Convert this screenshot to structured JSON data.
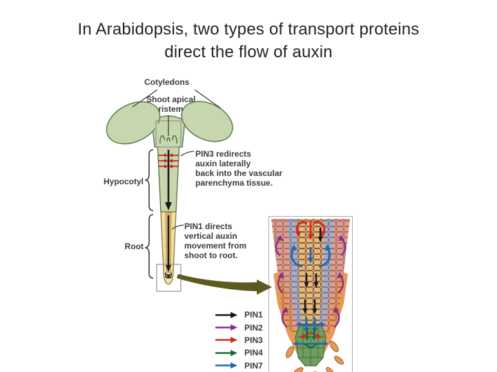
{
  "slide": {
    "title_line1": "In Arabidopsis, two types of transport proteins",
    "title_line2": "direct the flow of auxin"
  },
  "diagram": {
    "labels": {
      "cotyledons": "Cotyledons",
      "shoot_apical_line1": "Shoot apical",
      "shoot_apical_line2": "meristem",
      "hypocotyl": "Hypocotyl",
      "root": "Root"
    },
    "annotations": {
      "pin3": {
        "lines": [
          "PIN3 redirects",
          "auxin laterally",
          "back into the vascular",
          "parenchyma tissue."
        ]
      },
      "pin1": {
        "lines": [
          "PIN1 directs",
          "vertical auxin",
          "movement from",
          "shoot to root."
        ]
      }
    },
    "colors": {
      "plant_green": "#c6d7ad",
      "plant_outline": "#5b7a4e",
      "root_tan": "#f0dfa2",
      "root_stripe": "#d8b268",
      "callout_arrow_olive": "#5e5a1f",
      "lateral_arrow_red": "#cc2127"
    }
  },
  "legend": {
    "items": [
      {
        "label": "PIN1",
        "color": "#1a1a1a"
      },
      {
        "label": "PIN2",
        "color": "#8b2f8a"
      },
      {
        "label": "PIN3",
        "color": "#d8281f"
      },
      {
        "label": "PIN4",
        "color": "#1d6a35"
      },
      {
        "label": "PIN7",
        "color": "#2368ad"
      }
    ]
  }
}
